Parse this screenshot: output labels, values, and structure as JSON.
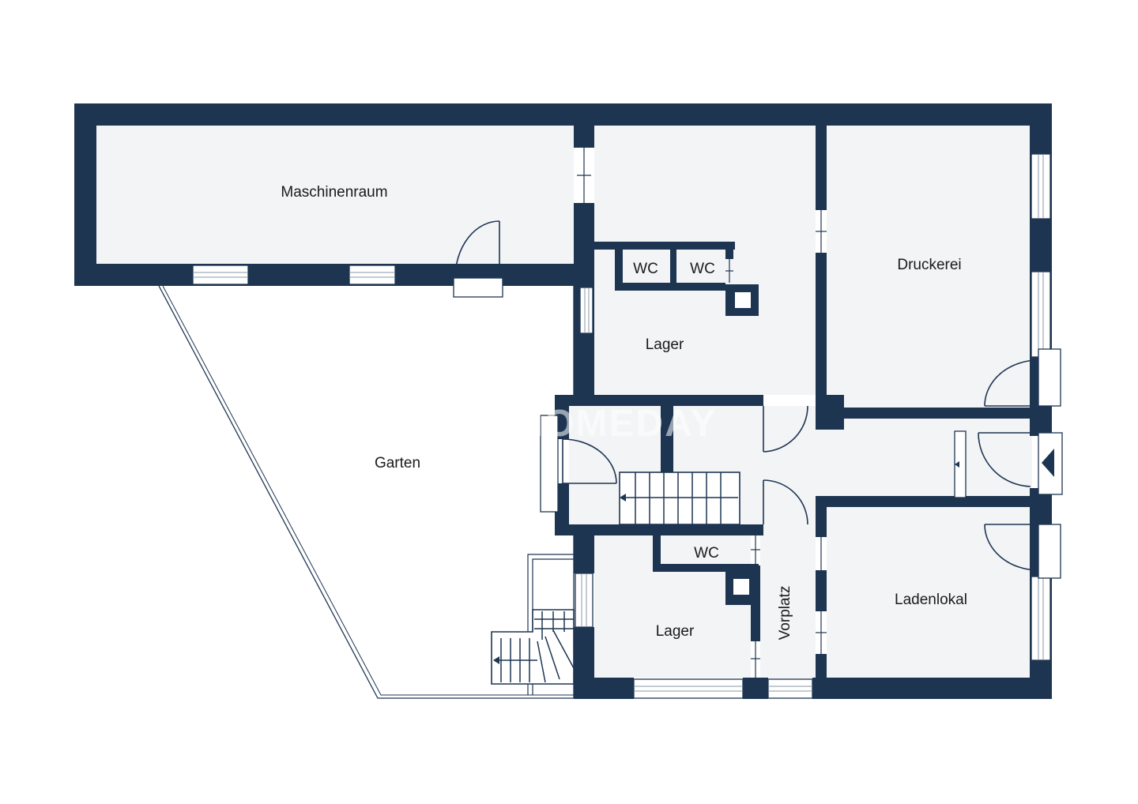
{
  "floorplan": {
    "colors": {
      "wall": "#1e3552",
      "room_fill": "#f3f4f6",
      "background": "#ffffff"
    },
    "watermark": "HOMEDAY",
    "rooms": [
      {
        "id": "maschinenraum",
        "label": "Maschinenraum"
      },
      {
        "id": "garten",
        "label": "Garten"
      },
      {
        "id": "lager_oben",
        "label": "Lager"
      },
      {
        "id": "wc_1",
        "label": "WC"
      },
      {
        "id": "wc_2",
        "label": "WC"
      },
      {
        "id": "druckerei",
        "label": "Druckerei"
      },
      {
        "id": "wc_3",
        "label": "WC"
      },
      {
        "id": "lager_unten",
        "label": "Lager"
      },
      {
        "id": "vorplatz",
        "label": "Vorplatz"
      },
      {
        "id": "ladenlokal",
        "label": "Ladenlokal"
      }
    ]
  }
}
